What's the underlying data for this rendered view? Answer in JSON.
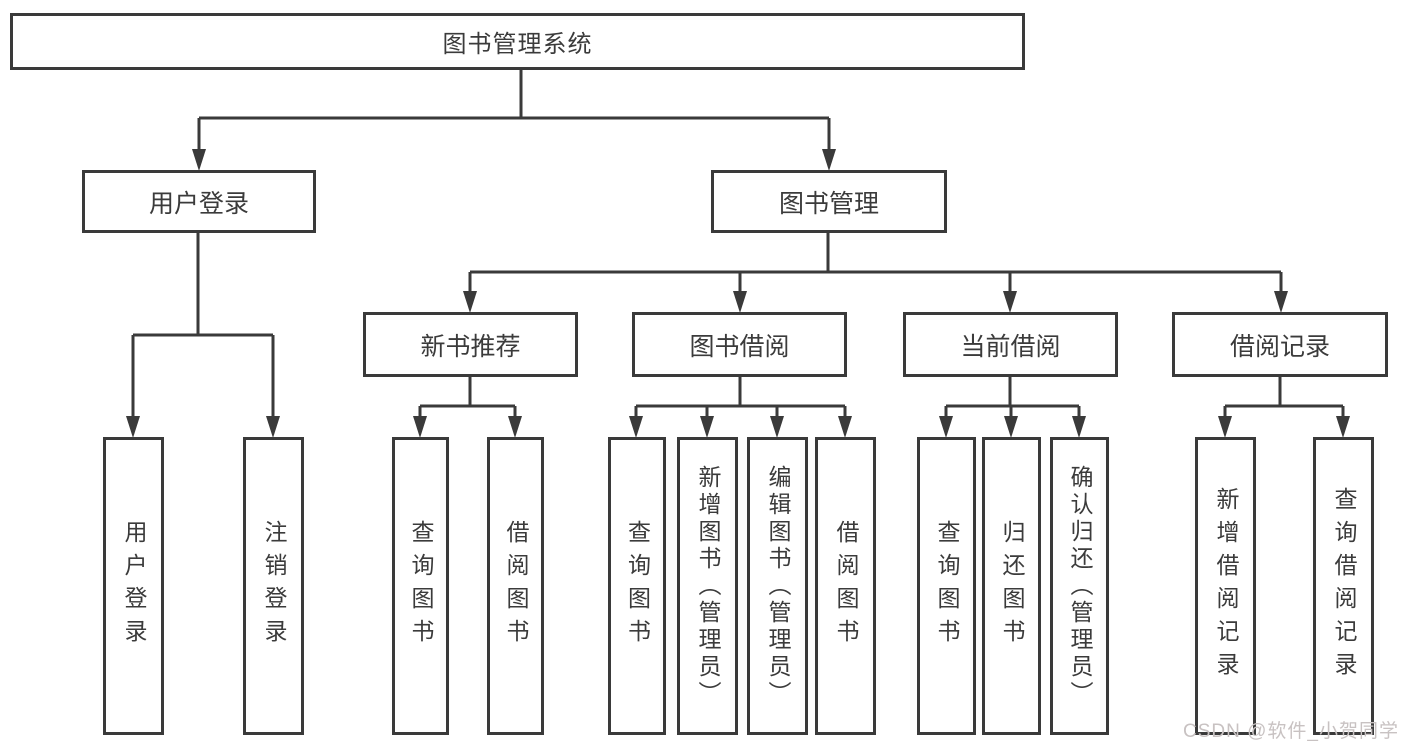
{
  "diagram": {
    "root": {
      "label": "图书管理系统"
    },
    "level2": [
      {
        "id": "user-login",
        "label": "用户登录"
      },
      {
        "id": "book-management",
        "label": "图书管理"
      }
    ],
    "level3": [
      {
        "id": "new-book-recommend",
        "label": "新书推荐",
        "parent": "book-management"
      },
      {
        "id": "book-borrowing",
        "label": "图书借阅",
        "parent": "book-management"
      },
      {
        "id": "current-borrowing",
        "label": "当前借阅",
        "parent": "book-management"
      },
      {
        "id": "borrowing-records",
        "label": "借阅记录",
        "parent": "book-management"
      }
    ],
    "leaves": [
      {
        "id": "user-login-action",
        "label": "用户登录",
        "parent": "user-login"
      },
      {
        "id": "logout",
        "label": "注销登录",
        "parent": "user-login"
      },
      {
        "id": "query-books-recommend",
        "label": "查询图书",
        "parent": "new-book-recommend"
      },
      {
        "id": "borrow-books-recommend",
        "label": "借阅图书",
        "parent": "new-book-recommend"
      },
      {
        "id": "query-books-borrow",
        "label": "查询图书",
        "parent": "book-borrowing"
      },
      {
        "id": "add-books-admin",
        "label": "新增图书（管理员）",
        "parent": "book-borrowing"
      },
      {
        "id": "edit-books-admin",
        "label": "编辑图书（管理员）",
        "parent": "book-borrowing"
      },
      {
        "id": "borrow-books",
        "label": "借阅图书",
        "parent": "book-borrowing"
      },
      {
        "id": "query-books-current",
        "label": "查询图书",
        "parent": "current-borrowing"
      },
      {
        "id": "return-books",
        "label": "归还图书",
        "parent": "current-borrowing"
      },
      {
        "id": "confirm-return-admin",
        "label": "确认归还（管理员）",
        "parent": "current-borrowing"
      },
      {
        "id": "add-borrow-record",
        "label": "新增借阅记录",
        "parent": "borrowing-records"
      },
      {
        "id": "query-borrow-record",
        "label": "查询借阅记录",
        "parent": "borrowing-records"
      }
    ]
  },
  "watermark": {
    "text": "CSDN @软件_小贺同学"
  },
  "colors": {
    "line": "#3a3a3a",
    "text": "#3b3b3b",
    "background": "#ffffff",
    "watermark": "#c8c2c2"
  }
}
